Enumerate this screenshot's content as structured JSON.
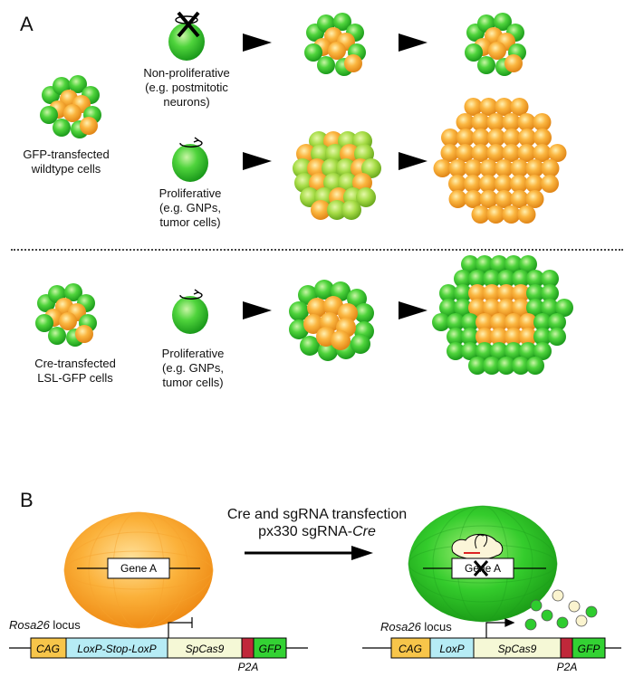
{
  "panel_a": {
    "letter": "A",
    "wildtype_label": [
      "GFP-transfected",
      "wildtype cells"
    ],
    "nonprolif_label": [
      "Non-proliferative",
      "(e.g. postmitotic",
      "neurons)"
    ],
    "prolif_label_top": [
      "Proliferative",
      "(e.g. GNPs,",
      "tumor cells)"
    ],
    "cre_label": [
      "Cre-transfected",
      "LSL-GFP cells"
    ],
    "prolif_label_bottom": [
      "Proliferative",
      "(e.g. GNPs,",
      "tumor cells)"
    ]
  },
  "panel_b": {
    "letter": "B",
    "transfection_line1": "Cre and sgRNA transfection",
    "transfection_line2_prefix": "px330 sgRNA-",
    "transfection_line2_italic": "Cre",
    "gene_label": "Gene A",
    "locus_left": {
      "name": "Rosa26",
      "suffix": " locus",
      "segments": [
        "CAG",
        "LoxP-Stop-LoxP",
        "SpCas9",
        "",
        "GFP"
      ],
      "p2a": "P2A"
    },
    "locus_right": {
      "name": "Rosa26",
      "suffix": " locus",
      "segments": [
        "CAG",
        "LoxP",
        "SpCas9",
        "",
        "GFP"
      ],
      "p2a": "P2A"
    }
  },
  "colors": {
    "green": "#33c733",
    "orange": "#f5a623",
    "yellow_green": "#a3d64a",
    "cag": "#f7c54a",
    "loxp": "#b6ecf5",
    "spcas9": "#f5f8d6",
    "p2a": "#c0283a",
    "gfp": "#33d233"
  },
  "icons": [
    "cross-icon",
    "rotate-arrow-icon",
    "right-arrowhead-icon",
    "promoter-arrow-icon",
    "promoter-block-icon",
    "sgrna-cas9-icon"
  ]
}
